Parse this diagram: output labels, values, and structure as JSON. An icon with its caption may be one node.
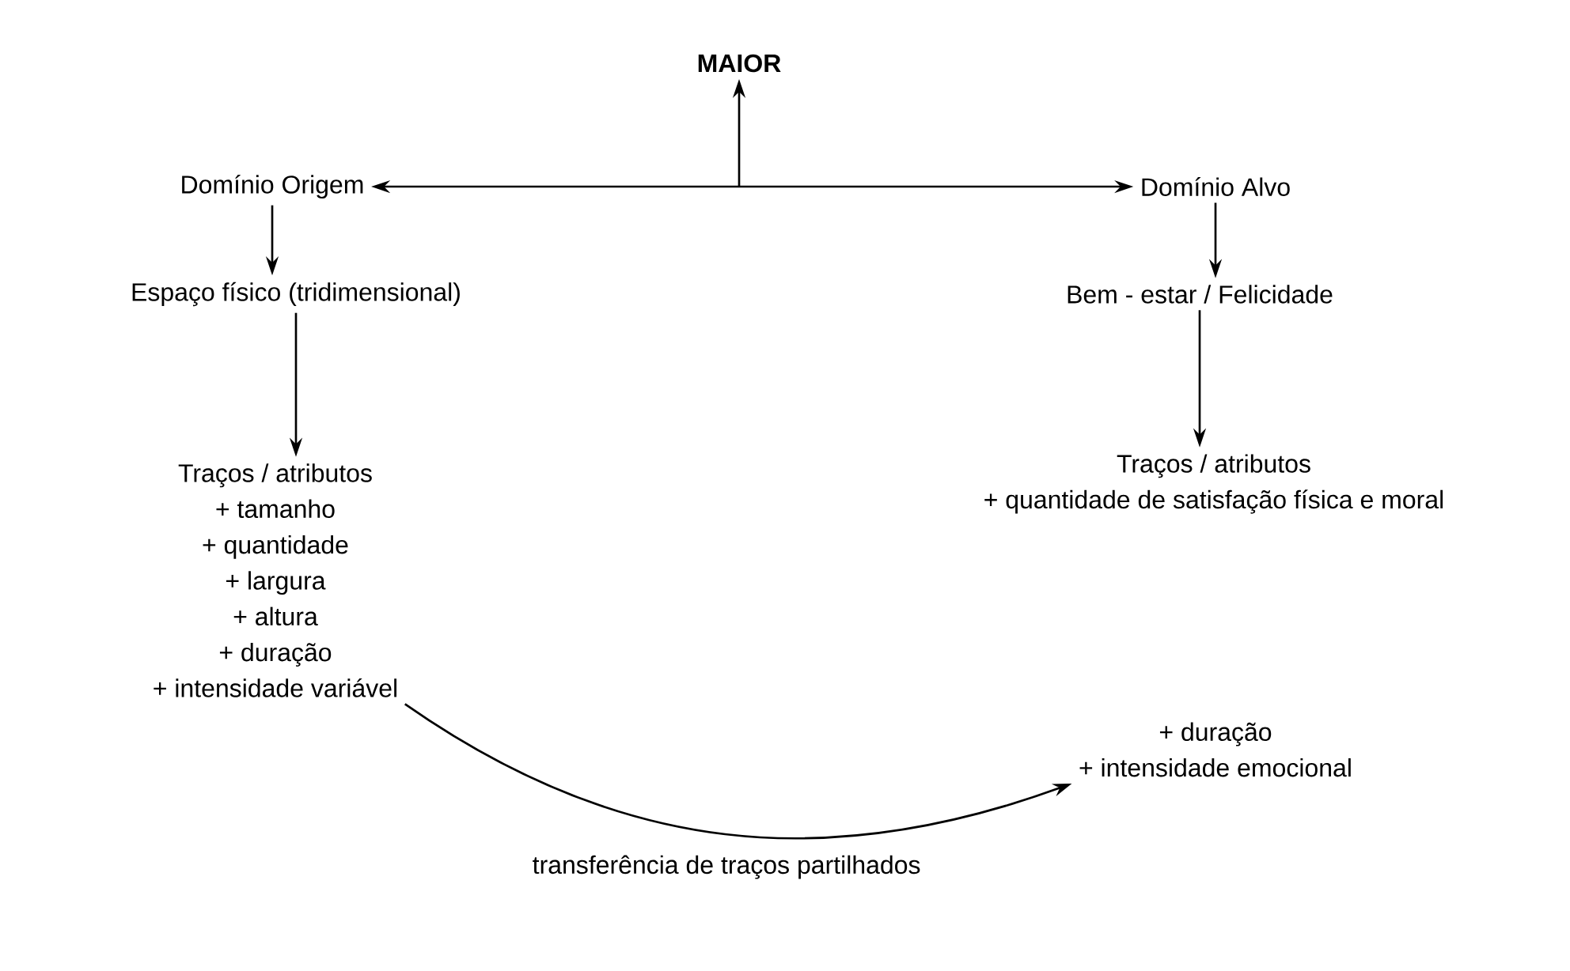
{
  "diagram": {
    "nodes": [
      {
        "text": [
          "MAIOR"
        ]
      },
      {
        "text": [
          "Domínio Origem"
        ]
      },
      {
        "text": [
          "Domínio Alvo"
        ]
      },
      {
        "text": [
          "Espaço físico (tridimensional)"
        ]
      },
      {
        "text": [
          "Bem - estar / Felicidade"
        ]
      },
      {
        "text": [
          "Traços / atributos",
          "+ tamanho",
          "+ quantidade",
          "+ largura",
          "+ altura",
          "+ duração",
          "+ intensidade variável"
        ]
      },
      {
        "text": [
          "Traços / atributos",
          "+ quantidade de satisfação física e moral"
        ]
      },
      {
        "text": [
          "+ duração",
          "+ intensidade emocional"
        ]
      }
    ],
    "edges": [
      {
        "from": 1,
        "to": 2,
        "arrow": "both"
      },
      {
        "from": null,
        "to": 0,
        "arrow": "to"
      },
      {
        "from": 1,
        "to": 3,
        "arrow": "to"
      },
      {
        "from": 3,
        "to": 5,
        "arrow": "to"
      },
      {
        "from": 2,
        "to": 4,
        "arrow": "to"
      },
      {
        "from": 4,
        "to": 6,
        "arrow": "to"
      },
      {
        "from": 5,
        "to": 7,
        "arrow": "to",
        "label": "transferência de traços partilhados"
      }
    ]
  }
}
